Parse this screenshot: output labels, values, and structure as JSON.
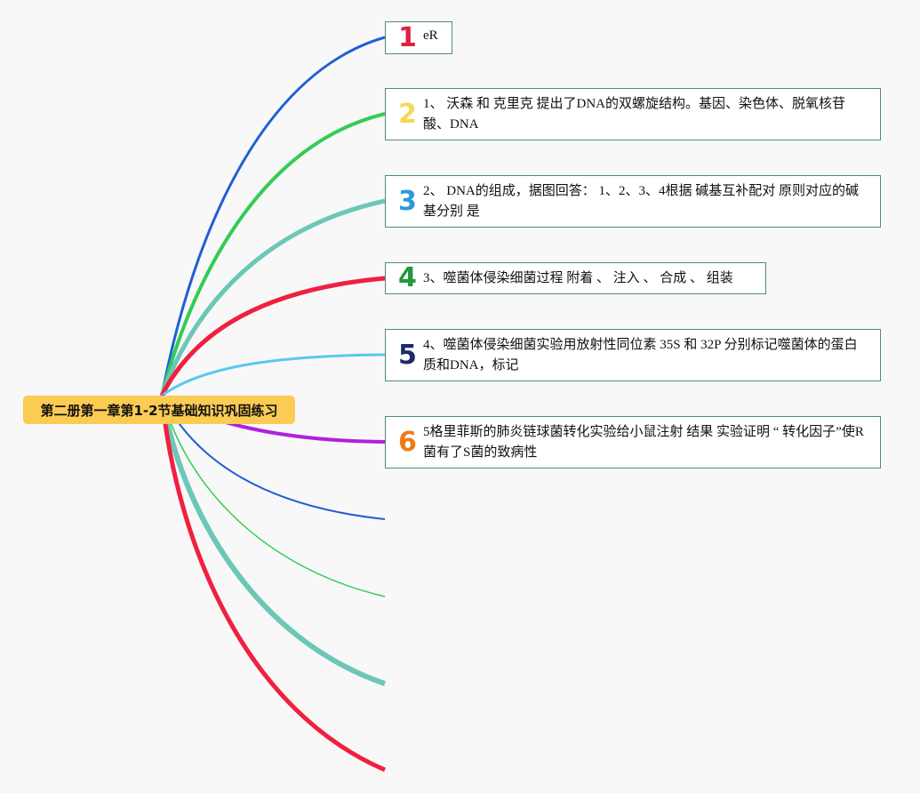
{
  "root": {
    "label": "第二册第一章第1-2节基础知识巩固练习"
  },
  "nodes": [
    {
      "num": "1",
      "text": "eR",
      "color": "#e0203e"
    },
    {
      "num": "2",
      "text": "1、 沃森 和 克里克 提出了DNA的双螺旋结构。基因、染色体、脱氧核苷酸、DNA",
      "color": "#f3d85b"
    },
    {
      "num": "3",
      "text": "2、 DNA的组成，据图回答： 1、2、3、4根据 碱基互补配对 原则对应的碱基分别 是",
      "color": "#2a9bd8"
    },
    {
      "num": "4",
      "text": "3、噬菌体侵染细菌过程 附着 、 注入 、 合成 、 组装",
      "color": "#1f9a3c"
    },
    {
      "num": "5",
      "text": "4、噬菌体侵染细菌实验用放射性同位素 35S 和 32P 分别标记噬菌体的蛋白质和DNA，标记",
      "color": "#1b2a6b"
    },
    {
      "num": "6",
      "text": "5格里菲斯的肺炎链球菌转化实验给小鼠注射 结果 实验证明 “ 转化因子”使R菌有了S菌的致病性",
      "color": "#f07a1a"
    }
  ],
  "branch_colors": [
    "#1f5fd6",
    "#33cc55",
    "#6cc7b8",
    "#f0203f",
    "#5ac8f0",
    "#b020e0",
    "#1f5fd6",
    "#33cc55",
    "#6cc7b8",
    "#f0203f"
  ]
}
